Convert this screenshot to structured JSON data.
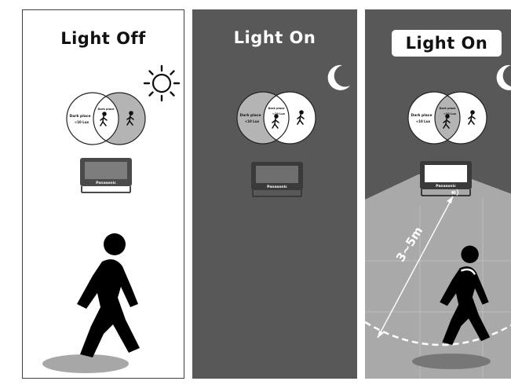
{
  "panels": [
    {
      "title": "Light Off",
      "condition_icon": "sun-icon",
      "venn": {
        "left_title": "Dark place",
        "left_value": "<10 Lux",
        "right_icon": "walking-person-icon"
      },
      "fixture_brand": "Panasonic",
      "light_state": "off"
    },
    {
      "title": "Light On",
      "condition_icon": "moon-icon",
      "venn": {
        "left_title": "Dark place",
        "center_title": "Dark place",
        "center_value": "<10 Lux",
        "left_value": "<10 Lux",
        "right_icon": "walking-person-icon"
      },
      "fixture_brand": "Panasonic",
      "light_state": "off"
    },
    {
      "title": "Light On",
      "condition_icon": "moon-icon",
      "venn": {
        "left_title": "Dark place",
        "center_title": "Dark place",
        "center_value": "<10 Lux",
        "left_value": "<10 Lux",
        "right_icon": "walking-person-icon"
      },
      "fixture_brand": "Panasonic",
      "light_state": "on",
      "detection_range": "3~5m"
    }
  ],
  "colors": {
    "panel_dark": "#585858",
    "venn_highlight": "#b4b4b4",
    "light_beam": "#a9a9a9",
    "border": "#3f3f3f"
  }
}
